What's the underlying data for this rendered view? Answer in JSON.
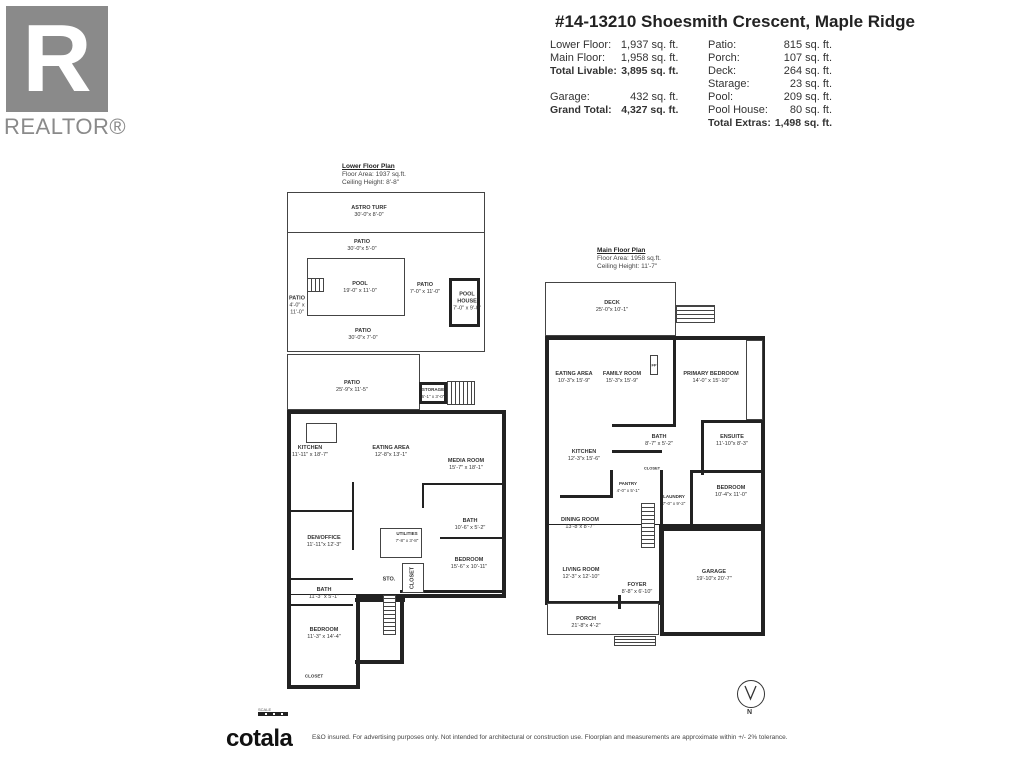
{
  "logo": {
    "letter": "R",
    "text": "REALTOR®"
  },
  "title": "#14-13210 Shoesmith Crescent, Maple Ridge",
  "stats_left": [
    {
      "label": "Lower Floor:",
      "value": "1,937 sq. ft."
    },
    {
      "label": "Main Floor:",
      "value": "1,958 sq. ft."
    },
    {
      "label": "Total Livable:",
      "value": "3,895 sq. ft.",
      "bold": true
    },
    {
      "label": "Garage:",
      "value": "432 sq. ft."
    },
    {
      "label": "Grand Total:",
      "value": "4,327 sq. ft.",
      "bold": true
    }
  ],
  "stats_right": [
    {
      "label": "Patio:",
      "value": "815 sq. ft."
    },
    {
      "label": "Porch:",
      "value": "107 sq. ft."
    },
    {
      "label": "Deck:",
      "value": "264 sq. ft."
    },
    {
      "label": "Starage:",
      "value": "23 sq. ft."
    },
    {
      "label": "Pool:",
      "value": "209 sq. ft."
    },
    {
      "label": "Pool House:",
      "value": "80 sq. ft."
    },
    {
      "label": "Total Extras:",
      "value": "1,498 sq. ft.",
      "bold": true
    }
  ],
  "lower": {
    "title": "Lower Floor Plan",
    "area": "Floor Area: 1937 sq.ft.",
    "ceiling": "Ceiling Height: 8'-8\"",
    "rooms": [
      {
        "name": "ASTRO TURF",
        "dim": "30'-0\"x 8'-0\""
      },
      {
        "name": "PATIO",
        "dim": "30'-0\"x 5'-0\""
      },
      {
        "name": "POOL",
        "dim": "19'-0\" x 11'-0\""
      },
      {
        "name": "PATIO",
        "dim": "7'-0\" x 11'-0\""
      },
      {
        "name": "PATIO",
        "dim": "4'-0\" x 11'-0\""
      },
      {
        "name": "POOL HOUSE",
        "dim": "7'-0\" x 9'-0\""
      },
      {
        "name": "PATIO",
        "dim": "30'-0\"x 7'-0\""
      },
      {
        "name": "PATIO",
        "dim": "25'-9\"x 11'-5\""
      },
      {
        "name": "STORAGE",
        "dim": "6'-1\" x 3'-0\""
      },
      {
        "name": "KITCHEN",
        "dim": "11'-11\" x 18'-7\""
      },
      {
        "name": "EATING AREA",
        "dim": "12'-8\"x 13'-1\""
      },
      {
        "name": "MEDIA ROOM",
        "dim": "15'-7\" x 18'-1\""
      },
      {
        "name": "DEN/OFFICE",
        "dim": "11'-11\"x 12'-3\""
      },
      {
        "name": "UTILITIES",
        "dim": "7'-8\" x 3'-8\""
      },
      {
        "name": "BATH",
        "dim": "10'-6\" x 5'-2\""
      },
      {
        "name": "BEDROOM",
        "dim": "15'-6\" x 10'-11\""
      },
      {
        "name": "STO.",
        "dim": ""
      },
      {
        "name": "CLOSET",
        "dim": ""
      },
      {
        "name": "BATH",
        "dim": "11'-3\" x 5'-1\""
      },
      {
        "name": "BEDROOM",
        "dim": "11'-3\" x 14'-4\""
      },
      {
        "name": "CLOSET",
        "dim": ""
      }
    ]
  },
  "main": {
    "title": "Main Floor Plan",
    "area": "Floor Area: 1958 sq.ft.",
    "ceiling": "Ceiling Height: 11'-7\"",
    "rooms": [
      {
        "name": "DECK",
        "dim": "25'-0\"x 10'-1\""
      },
      {
        "name": "EATING AREA",
        "dim": "10'-3\"x 15'-9\""
      },
      {
        "name": "FAMILY ROOM",
        "dim": "15'-3\"x 15'-9\""
      },
      {
        "name": "PRIMARY BEDROOM",
        "dim": "14'-0\" x 15'-10\""
      },
      {
        "name": "BATH",
        "dim": "8'-7\" x 5'-2\""
      },
      {
        "name": "ENSUITE",
        "dim": "11'-10\"x 8'-3\""
      },
      {
        "name": "KITCHEN",
        "dim": "12'-3\"x 15'-6\""
      },
      {
        "name": "PANTRY",
        "dim": "4'-0\" x 5'-1\""
      },
      {
        "name": "CLOSET",
        "dim": ""
      },
      {
        "name": "LAUNDRY",
        "dim": "7'-0\" x 9'-2\""
      },
      {
        "name": "BEDROOM",
        "dim": "10'-4\"x 11'-0\""
      },
      {
        "name": "DINING ROOM",
        "dim": "13'-8\"x 8'-7\""
      },
      {
        "name": "LIVING ROOM",
        "dim": "12'-3\" x 12'-10\""
      },
      {
        "name": "FOYER",
        "dim": "8'-8\" x 6'-10\""
      },
      {
        "name": "GARAGE",
        "dim": "19'-10\"x 20'-7\""
      },
      {
        "name": "PORCH",
        "dim": "21'-8\"x 4'-2\""
      },
      {
        "name": "FP",
        "dim": ""
      }
    ]
  },
  "scale_label": "SCALE",
  "compass_label": "N",
  "footer": {
    "brand": "cotala",
    "disclaimer": "E&O insured. For advertising purposes only. Not intended for architectural or construction use. Floorplan and measurements are approximate within +/- 2% tolerance."
  }
}
